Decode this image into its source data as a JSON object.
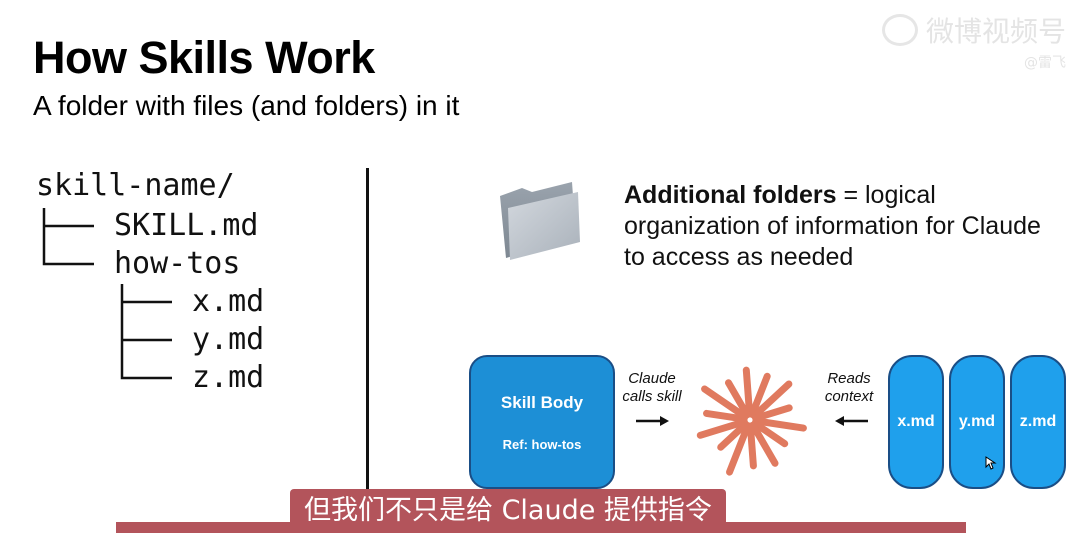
{
  "slide": {
    "title": "How Skills Work",
    "subtitle": "A folder with files (and folders) in it"
  },
  "watermark": {
    "main": "微博视频号",
    "sub": "@雷飞"
  },
  "tree": {
    "root": "skill-name/",
    "items": [
      "SKILL.md",
      "how-tos",
      "x.md",
      "y.md",
      "z.md"
    ]
  },
  "description": {
    "bold": "Additional folders",
    "rest": " = logical organization of information for Claude to access as needed"
  },
  "diagram": {
    "skill_body_title": "Skill Body",
    "skill_body_ref": "Ref: how-tos",
    "claude_calls_line1": "Claude",
    "claude_calls_line2": "calls skill",
    "reads_line1": "Reads",
    "reads_line2": "context",
    "files": [
      "x.md",
      "y.md",
      "z.md"
    ]
  },
  "caption": "但我们不只是给 Claude 提供指令",
  "colors": {
    "skill_blue": "#1d8fd6",
    "file_blue": "#1fa0ec",
    "burst": "#e07a5f",
    "caption_bg": "#b3545b"
  }
}
